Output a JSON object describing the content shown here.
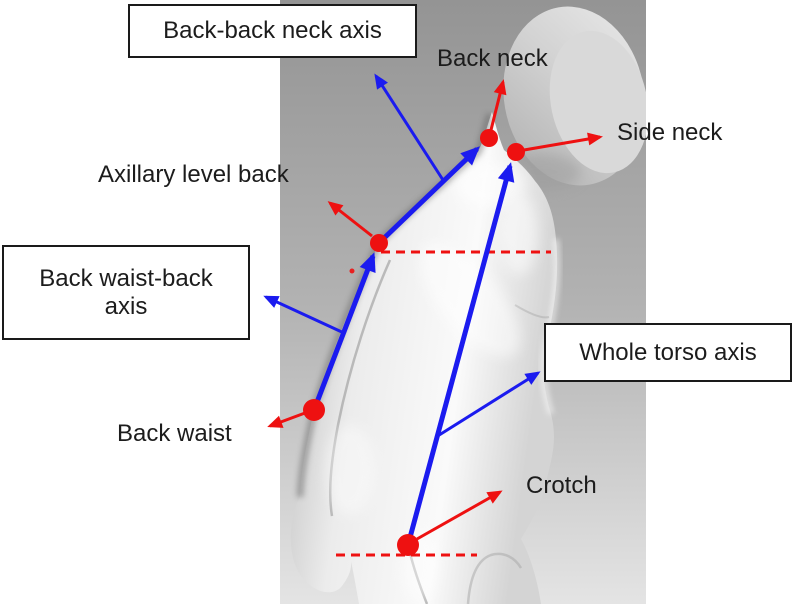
{
  "figure": {
    "description": "Annotated side-view 3D body scan showing torso axes and body landmarks",
    "colors": {
      "landmark_red": "#ee1111",
      "axis_blue": "#1b1bef",
      "text": "#1c1c1c",
      "box_border": "#1a1a1a",
      "box_background": "#ffffff",
      "scan_bg_top": "#949494",
      "scan_bg_bottom": "#e4e4e4"
    },
    "labels": {
      "back_back_neck_axis": {
        "text": "Back-back neck axis",
        "type": "axis",
        "boxed": true
      },
      "back_neck": {
        "text": "Back neck",
        "type": "landmark",
        "boxed": false
      },
      "side_neck": {
        "text": "Side neck",
        "type": "landmark",
        "boxed": false
      },
      "axillary_level_back": {
        "text": "Axillary level back",
        "type": "landmark",
        "boxed": false
      },
      "back_waist_back_axis": {
        "lines": [
          "Back waist-back",
          "axis"
        ],
        "type": "axis",
        "boxed": true
      },
      "whole_torso_axis": {
        "text": "Whole torso axis",
        "type": "axis",
        "boxed": true
      },
      "back_waist": {
        "text": "Back waist",
        "type": "landmark",
        "boxed": false
      },
      "crotch": {
        "text": "Crotch",
        "type": "landmark",
        "boxed": false
      }
    }
  }
}
